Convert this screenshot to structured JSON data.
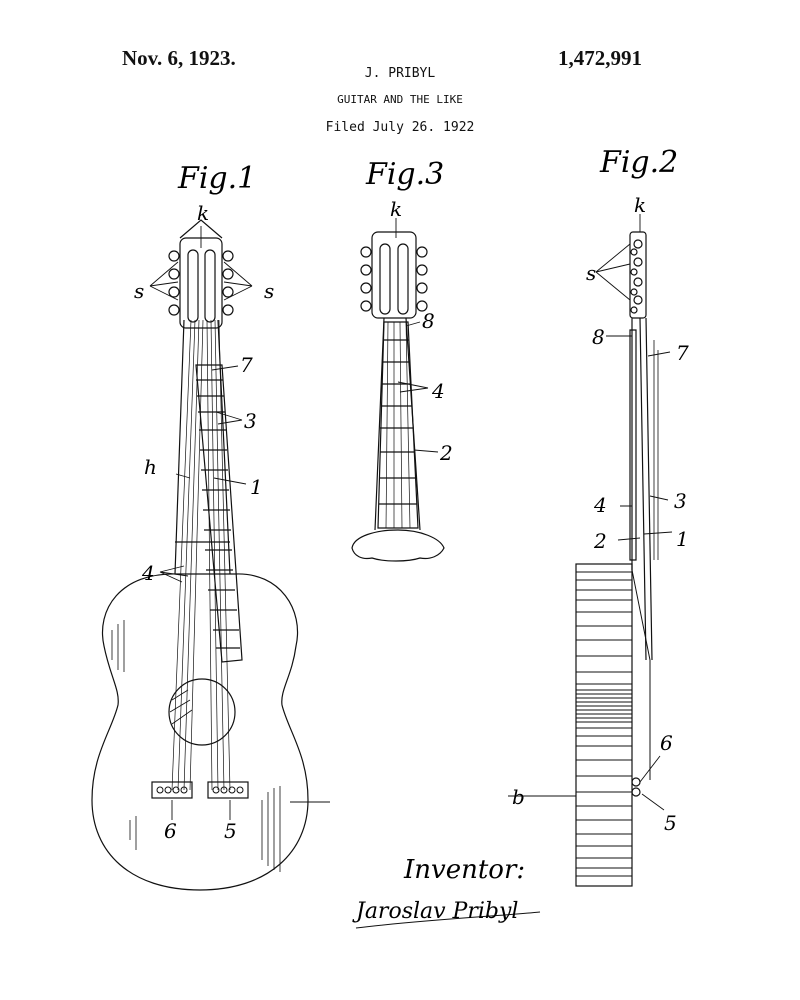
{
  "header": {
    "date": "Nov. 6, 1923.",
    "inventor": "J. PRIBYL",
    "title": "GUITAR AND THE LIKE",
    "filed": "Filed July 26. 1922",
    "patent_number": "1,472,991"
  },
  "figures": {
    "fig1": {
      "label": "Fig.1",
      "refs": {
        "k": "k",
        "s_left": "s",
        "s_right": "s",
        "r7": "7",
        "r3": "3",
        "h": "h",
        "r1": "1",
        "r4": "4",
        "r6": "6",
        "r5": "5"
      }
    },
    "fig3": {
      "label": "Fig.3",
      "refs": {
        "k": "k",
        "r8": "8",
        "r4": "4",
        "r2": "2"
      }
    },
    "fig2": {
      "label": "Fig.2",
      "refs": {
        "k": "k",
        "s": "s",
        "r8": "8",
        "r7": "7",
        "r4": "4",
        "r3": "3",
        "r2": "2",
        "r1": "1",
        "r6": "6",
        "b": "b",
        "r5": "5"
      }
    }
  },
  "inventor_block": {
    "label": "Inventor:",
    "signature": "Jaroslav Pribyl"
  }
}
